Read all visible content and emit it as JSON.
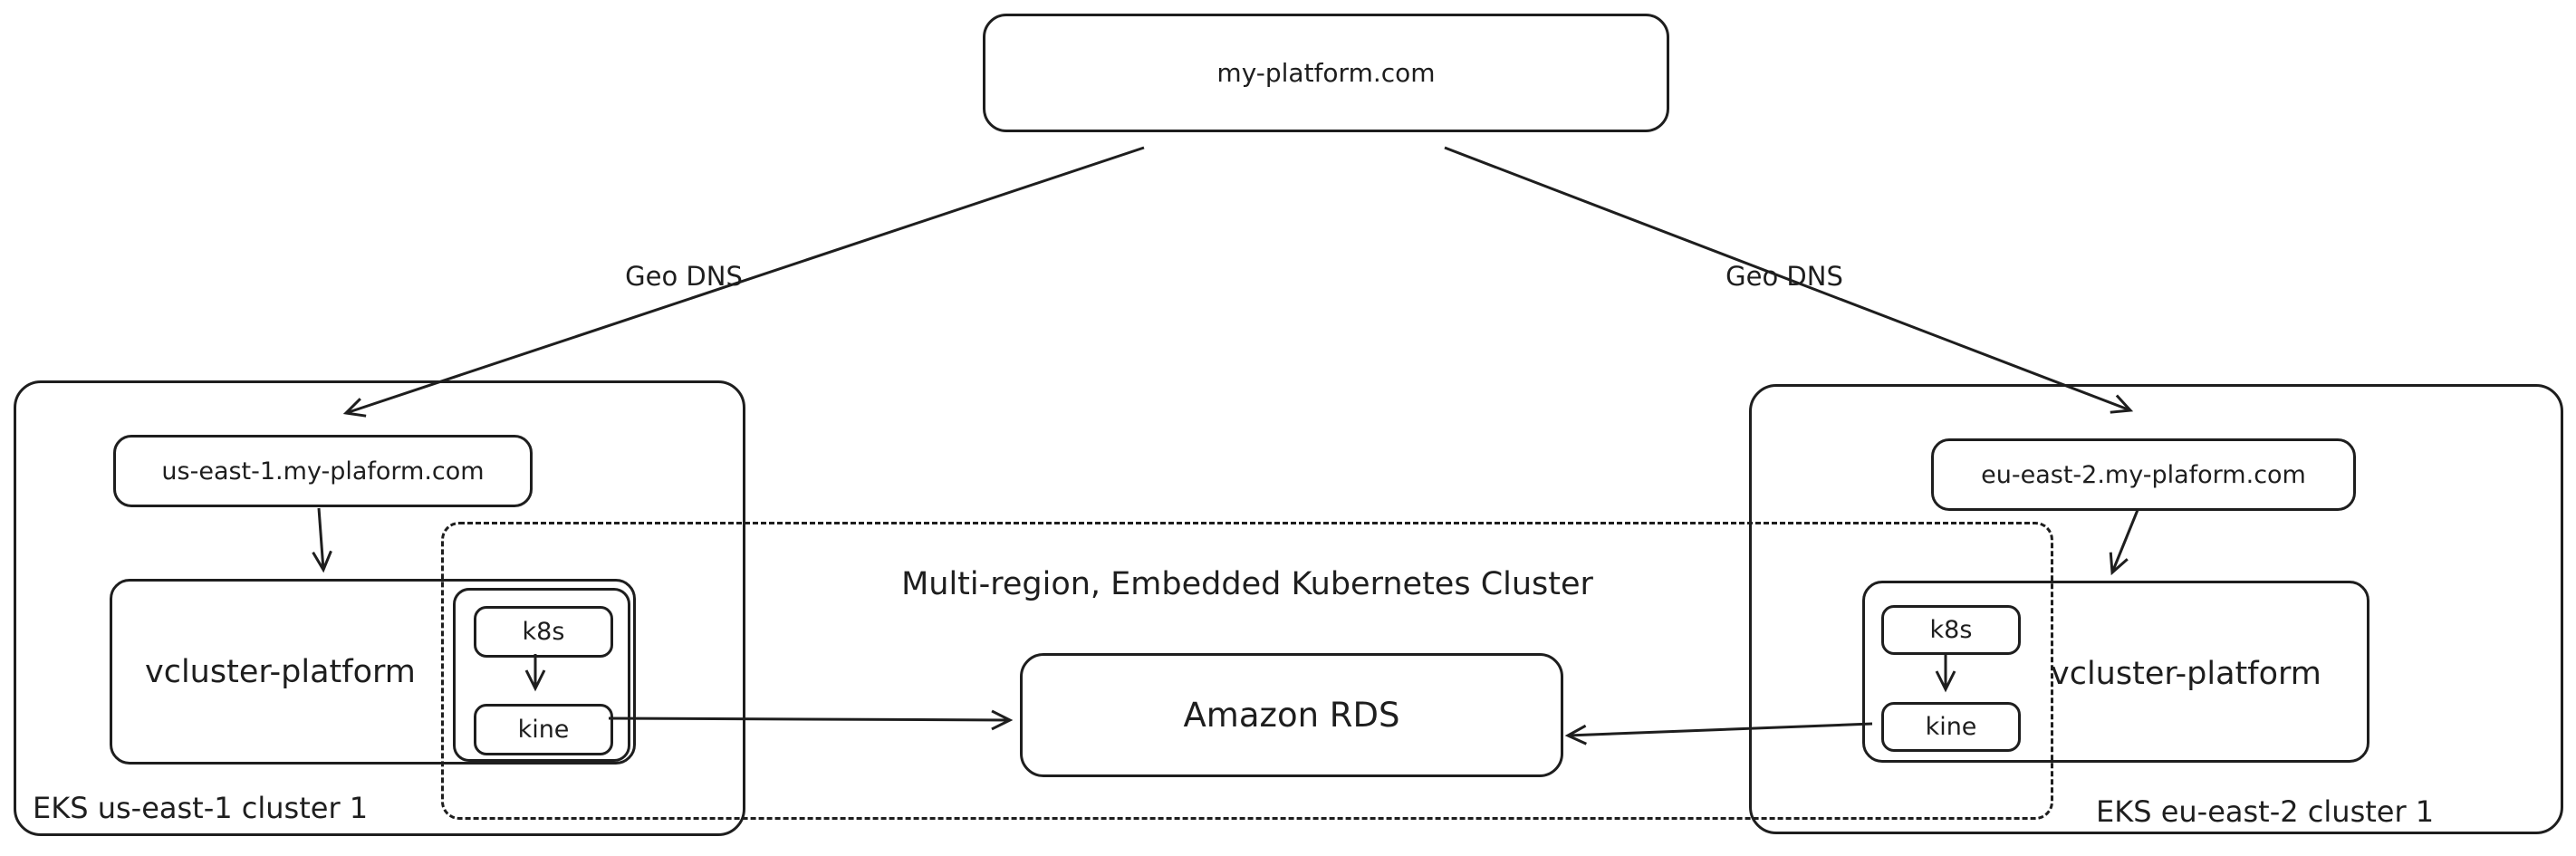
{
  "root": {
    "label": "my-platform.com"
  },
  "edges": {
    "geo_dns_left": "Geo DNS",
    "geo_dns_right": "Geo DNS"
  },
  "left_cluster": {
    "label": "EKS us-east-1 cluster 1",
    "dns_label": "us-east-1.my-plaform.com",
    "vcluster_label": "vcluster-platform",
    "k8s_label": "k8s",
    "kine_label": "kine"
  },
  "right_cluster": {
    "label": "EKS eu-east-2 cluster 1",
    "dns_label": "eu-east-2.my-plaform.com",
    "vcluster_label": "vcluster-platform",
    "k8s_label": "k8s",
    "kine_label": "kine"
  },
  "embedded_cluster": {
    "title": "Multi-region, Embedded Kubernetes Cluster",
    "rds_label": "Amazon RDS"
  },
  "colors": {
    "stroke": "#1e1e1e",
    "background": "#ffffff"
  }
}
